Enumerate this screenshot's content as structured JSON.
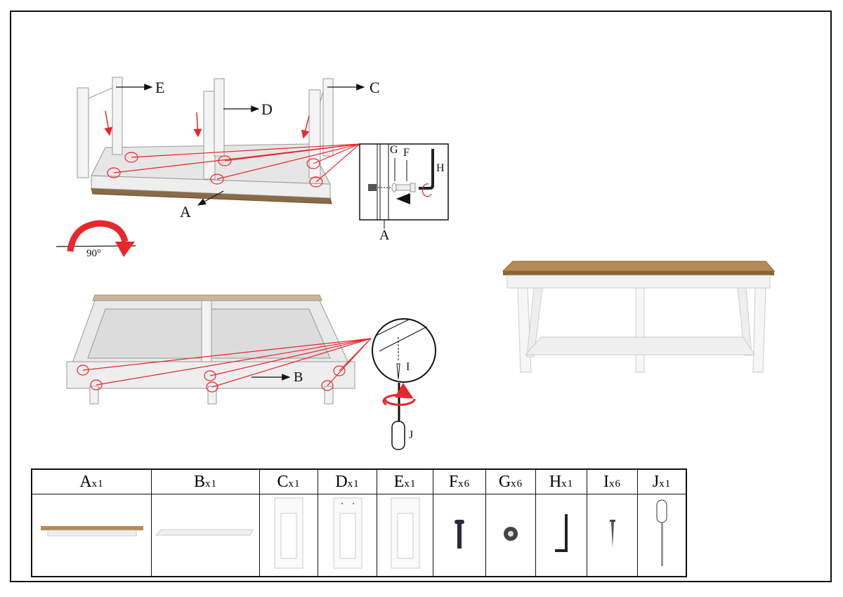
{
  "step1": {
    "labels": {
      "e": "E",
      "d": "D",
      "c": "C",
      "a": "A"
    }
  },
  "detail1": {
    "labels": {
      "g": "G",
      "f": "F",
      "h": "H",
      "a": "A"
    }
  },
  "rotate": {
    "angle": "90°"
  },
  "step2": {
    "labels": {
      "b": "B"
    }
  },
  "detail2": {
    "labels": {
      "i": "I",
      "j": "J"
    }
  },
  "colors": {
    "accent": "#e8262b",
    "wood": "#b58a55",
    "line": "#111111"
  },
  "parts": [
    {
      "letter": "A",
      "qty": "x1"
    },
    {
      "letter": "B",
      "qty": "x1"
    },
    {
      "letter": "C",
      "qty": "x1"
    },
    {
      "letter": "D",
      "qty": "x1"
    },
    {
      "letter": "E",
      "qty": "x1"
    },
    {
      "letter": "F",
      "qty": "x6"
    },
    {
      "letter": "G",
      "qty": "x6"
    },
    {
      "letter": "H",
      "qty": "x1"
    },
    {
      "letter": "I",
      "qty": "x6"
    },
    {
      "letter": "J",
      "qty": "x1"
    }
  ]
}
